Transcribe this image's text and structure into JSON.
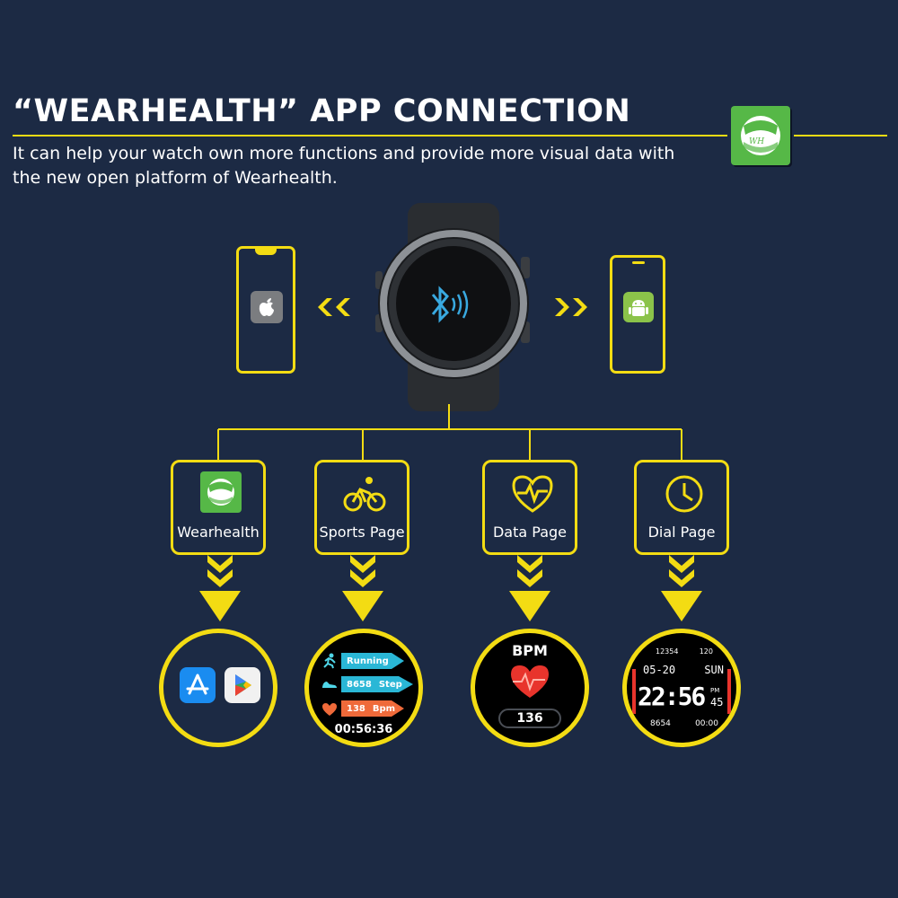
{
  "header": {
    "title": "“WEARHEALTH” APP CONNECTION",
    "subtitle": "It can help your watch own more functions and provide more visual data with the new open platform of Wearhealth.",
    "logo_text": "WH"
  },
  "features": [
    {
      "label": "Wearhealth",
      "icon": "wearhealth-logo-icon"
    },
    {
      "label": "Sports Page",
      "icon": "bicycle-icon"
    },
    {
      "label": "Data Page",
      "icon": "heart-pulse-icon"
    },
    {
      "label": "Dial Page",
      "icon": "clock-icon"
    }
  ],
  "sports": {
    "running": "Running",
    "steps": "8658",
    "steps_unit": "Step",
    "bpm": "138",
    "bpm_unit": "Bpm",
    "time": "00:56:36"
  },
  "data_page": {
    "label": "BPM",
    "value": "136"
  },
  "dial": {
    "steps_top": "12354",
    "hr_top": "120",
    "date": "05-20",
    "weekday": "SUN",
    "time": "22:56",
    "seconds": "45",
    "ampm": "PM",
    "steps_bottom": "8654",
    "timer": "00:00"
  },
  "colors": {
    "background": "#1c2a44",
    "accent": "#f3dc13",
    "brand_green": "#56b847",
    "bluetooth": "#39a9e0"
  }
}
